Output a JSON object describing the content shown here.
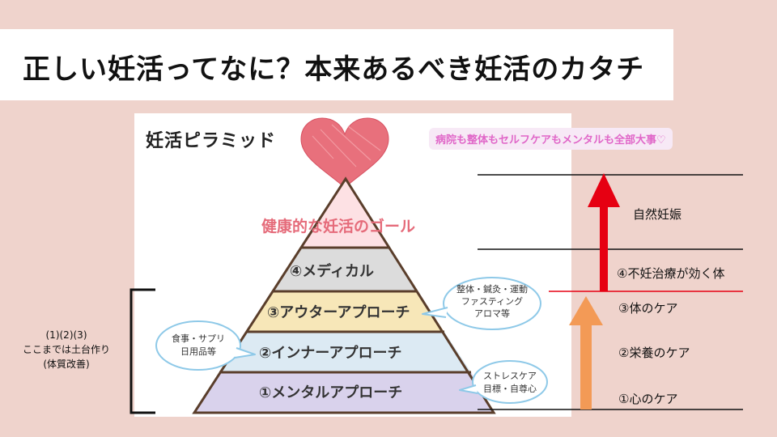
{
  "title": "正しい妊活ってなに？本来あるべき妊活のカタチ",
  "panel_title": "妊活ピラミッド",
  "note": "病院も整体もセルフケアもメンタルも全部大事♡",
  "pyramid": {
    "goal": "健康的な妊活のゴール",
    "levels": [
      {
        "num": "④",
        "label": "メディカル"
      },
      {
        "num": "③",
        "label": "アウターアプローチ"
      },
      {
        "num": "②",
        "label": "インナーアプローチ"
      },
      {
        "num": "①",
        "label": "メンタルアプローチ"
      }
    ]
  },
  "bubbles": {
    "outer": [
      "整体・鍼灸・運動",
      "ファスティング",
      "アロマ等"
    ],
    "inner": [
      "食事・サプリ",
      "日用品等"
    ],
    "mental": [
      "ストレスケア",
      "目標・自尊心"
    ]
  },
  "left_note": [
    "(1)(2)(3)",
    "ここまでは土台作り",
    "(体質改善)"
  ],
  "right": {
    "top": "自然妊娠",
    "level4": "④不妊治療が効く体",
    "level3": "③体のケア",
    "level2": "②栄養のケア",
    "level1": "①心のケア"
  },
  "colors": {
    "background": "#efd3cc",
    "goal_band": "#fde1e4",
    "medical_band": "#dcdcdc",
    "outer_band": "#f7e7b8",
    "inner_band": "#dceaf3",
    "mental_band": "#d9d2ec",
    "pyramid_outline": "#5a3e2b",
    "goal_text": "#e56b7a",
    "red_arrow": "#e60012",
    "orange_arrow": "#f39a56",
    "bubble_stroke": "#8ec9e8",
    "note_text": "#e066c8"
  }
}
